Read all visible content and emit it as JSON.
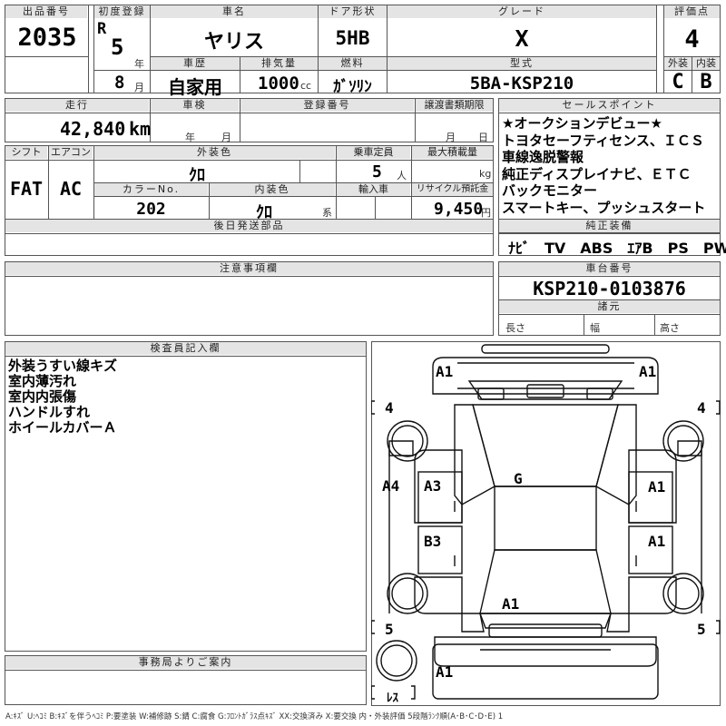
{
  "headers": {
    "lot_no": "出品番号",
    "first_reg": "初度登録",
    "car_name": "車名",
    "door": "ドア形状",
    "grade": "グレード",
    "score": "評価点",
    "history": "車歴",
    "displacement": "排気量",
    "fuel": "燃料",
    "model": "型式",
    "exterior": "外装",
    "interior": "内装",
    "mileage": "走行",
    "inspection": "車検",
    "reg_no": "登録番号",
    "transfer_doc": "譲渡書類期限",
    "sales_point": "セールスポイント",
    "shift": "シフト",
    "aircon": "エアコン",
    "ext_color": "外装色",
    "capacity": "乗車定員",
    "max_load": "最大積載量",
    "color_no": "カラーNo.",
    "int_color": "内装色",
    "import": "輸入車",
    "recycle": "リサイクル預託金",
    "later_parts": "後日発送部品",
    "genuine_equip": "純正装備",
    "notes": "注意事項欄",
    "chassis_no": "車台番号",
    "dimensions": "諸元",
    "inspector": "検査員記入欄",
    "office": "事務局よりご案内"
  },
  "lot_no": "2035",
  "era": "R",
  "reg_year": "5",
  "year_unit": "年",
  "reg_month": "8",
  "month_unit": "月",
  "car_name": "ヤリス",
  "door": "5HB",
  "grade": "X",
  "score": "4",
  "history": "自家用",
  "displacement": "1000",
  "displacement_unit": "cc",
  "fuel": "ｶﾞｿﾘﾝ",
  "model": "5BA-KSP210",
  "exterior_grade": "C",
  "interior_grade": "B",
  "mileage": "42,840",
  "mileage_unit": "km",
  "insp_year_unit": "年",
  "insp_month_unit": "月",
  "transfer_month_unit": "月",
  "transfer_day_unit": "日",
  "sales_points": [
    "★オークションデビュー★",
    "トヨタセーフティセンス、ＩＣＳ",
    "車線逸脱警報",
    "純正ディスプレイナビ、ＥＴＣ",
    "バックモニター",
    "スマートキー、プッシュスタート"
  ],
  "shift": "FAT",
  "aircon": "AC",
  "ext_color": "ｸﾛ",
  "capacity": "5",
  "capacity_unit": "人",
  "max_load_unit": "kg",
  "color_no": "202",
  "int_color": "ｸﾛ",
  "int_color_unit": "系",
  "recycle": "9,450",
  "recycle_unit": "円",
  "genuine_equip": "ﾅﾋﾞ　TV　ABS　ｴｱB　PS　PW",
  "chassis_no": "KSP210-0103876",
  "dim_length": "長さ",
  "dim_width": "幅",
  "dim_height": "高さ",
  "inspector_notes": [
    "外装うすい線キズ",
    "室内薄汚れ",
    "室内内張傷",
    "ハンドルすれ",
    "ホイールカバーＡ"
  ],
  "diagram_marks": {
    "front_left": "A1",
    "front_right": "A1",
    "tire_fl": "4",
    "tire_fr": "4",
    "tire_rl": "5",
    "tire_rr": "5",
    "left_fender": "A4",
    "front_door_left": "A3",
    "rear_door_left": "B3",
    "front_door_right": "A1",
    "rear_door_right": "A1",
    "windshield": "G",
    "roof_rear": "A1",
    "rear_bumper": "A1",
    "spare": "ﾚｽ"
  },
  "legend": "A:ｷｽﾞ U:ﾍｺﾐ B:ｷｽﾞを伴うﾍｺﾐ P:要塗装 W:補修跡 S:錆 C:腐食 G:ﾌﾛﾝﾄｶﾞﾗｽ点ｷｽﾞ XX:交換済み X:要交換 内・外装評価 5段階ﾗﾝｸ順(A･B･C･D･E) 1"
}
